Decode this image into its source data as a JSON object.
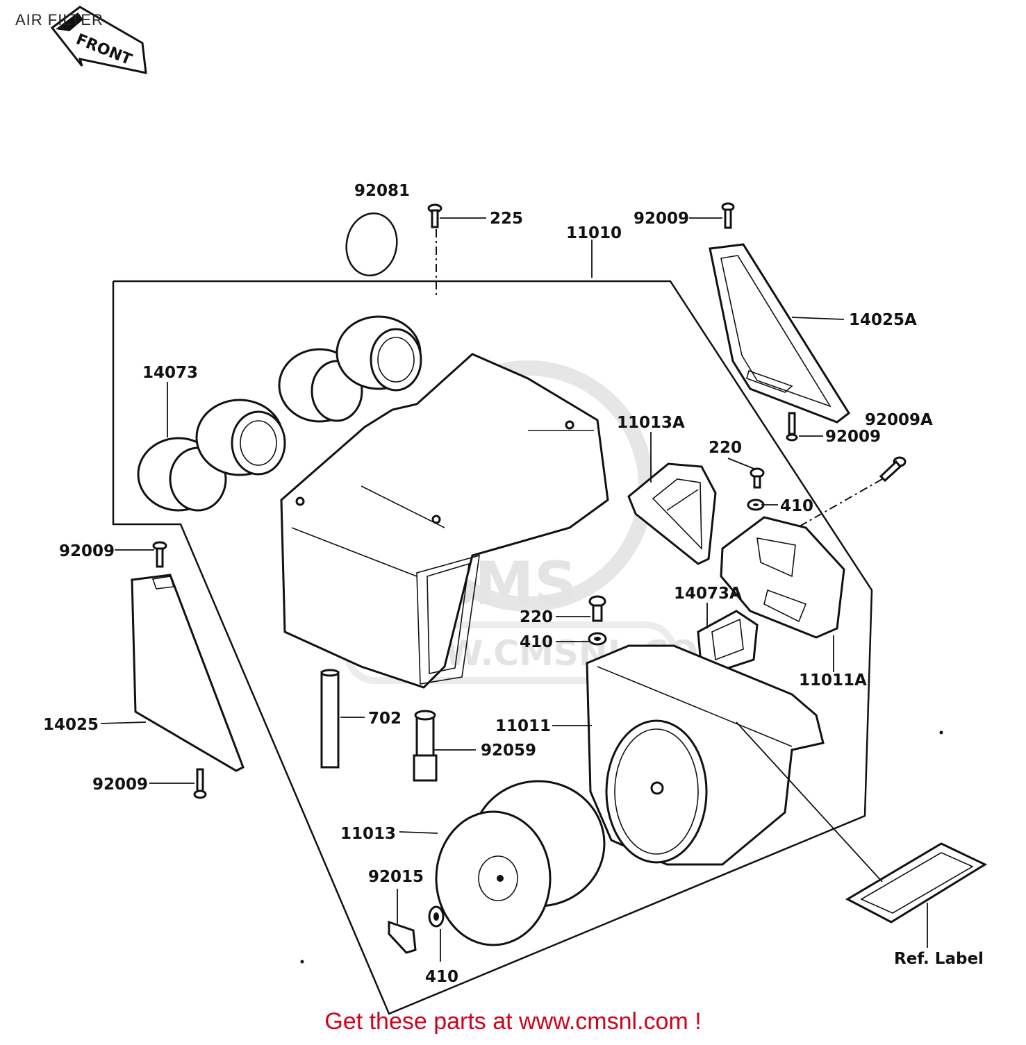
{
  "page": {
    "title": "AIR FILTER",
    "footer": "Get these parts at www.cmsnl.com !"
  },
  "orientation": {
    "front_label": "FRONT"
  },
  "watermark": {
    "brand": "CMS",
    "url": "WWW.CMSNL.COM"
  },
  "parts": {
    "p92081": "92081",
    "p225": "225",
    "p11010": "11010",
    "p92009_top": "92009",
    "p14025A": "14025A",
    "p14073": "14073",
    "p11013A": "11013A",
    "p220_right": "220",
    "p92009A": "92009A",
    "p92009_right": "92009",
    "p410_right": "410",
    "p92009_left": "92009",
    "p14073A": "14073A",
    "p220_mid": "220",
    "p410_mid": "410",
    "p11011A": "11011A",
    "p702": "702",
    "p11011": "11011",
    "p14025": "14025",
    "p92059": "92059",
    "p92009_bottom": "92009",
    "p11013": "11013",
    "p92015": "92015",
    "p410_bottom": "410",
    "ref_label": "Ref. Label"
  }
}
